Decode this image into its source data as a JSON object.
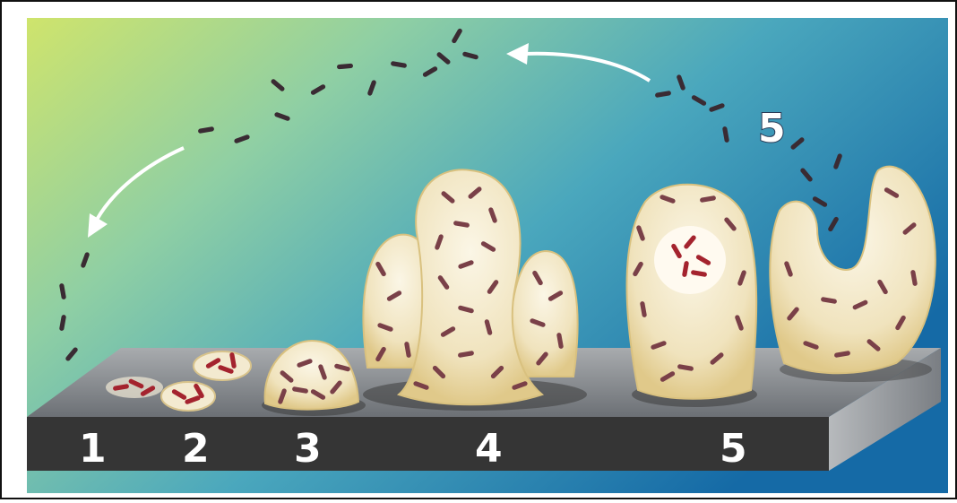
{
  "diagram": {
    "stage_labels": {
      "s1": "1",
      "s2": "2",
      "s3": "3",
      "s4": "4",
      "s5": "5",
      "dispersal": "5"
    },
    "colors": {
      "background_top_left": "#c9e06a",
      "background_mid": "#5fb4b4",
      "background_right": "#1b6fa8",
      "biofilm_fill": "#f3ead0",
      "biofilm_edge": "#e6d49a",
      "bacterium": "#5a2a33",
      "bacterium_red": "#a4232e",
      "surface_top": "#8f9398",
      "surface_front": "#3a3a3a",
      "arrow": "#ffffff"
    }
  }
}
